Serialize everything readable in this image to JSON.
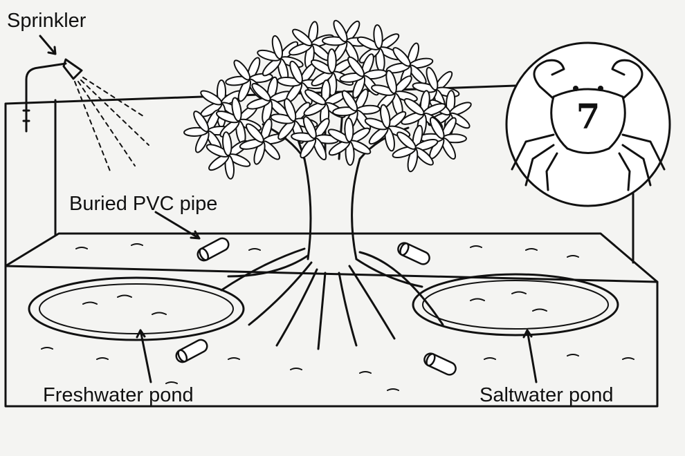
{
  "labels": {
    "sprinkler": "Sprinkler",
    "pipe": "Buried PVC pipe",
    "freshwater": "Freshwater pond",
    "saltwater": "Saltwater pond"
  },
  "crab_badge": {
    "number": "7"
  },
  "icons": [
    "sprinkler-icon",
    "tree-icon",
    "crab-icon",
    "pvc-pipe-icon"
  ],
  "colors": {
    "ink": "#111111",
    "paper": "#f4f4f2"
  }
}
